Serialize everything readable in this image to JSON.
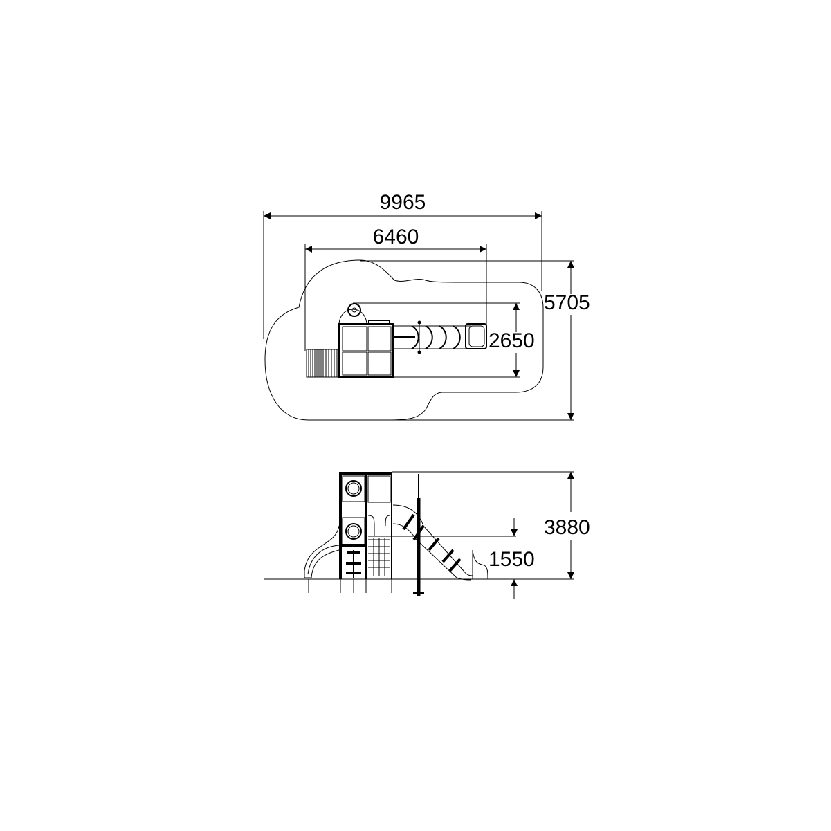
{
  "drawing": {
    "plan_view": {
      "overall_length": "9965",
      "equipment_length": "6460",
      "overall_width": "5705",
      "equipment_width": "2650"
    },
    "side_view": {
      "overall_height": "3880",
      "platform_height": "1550"
    },
    "line_color": "#000000",
    "background_color": "#ffffff"
  }
}
